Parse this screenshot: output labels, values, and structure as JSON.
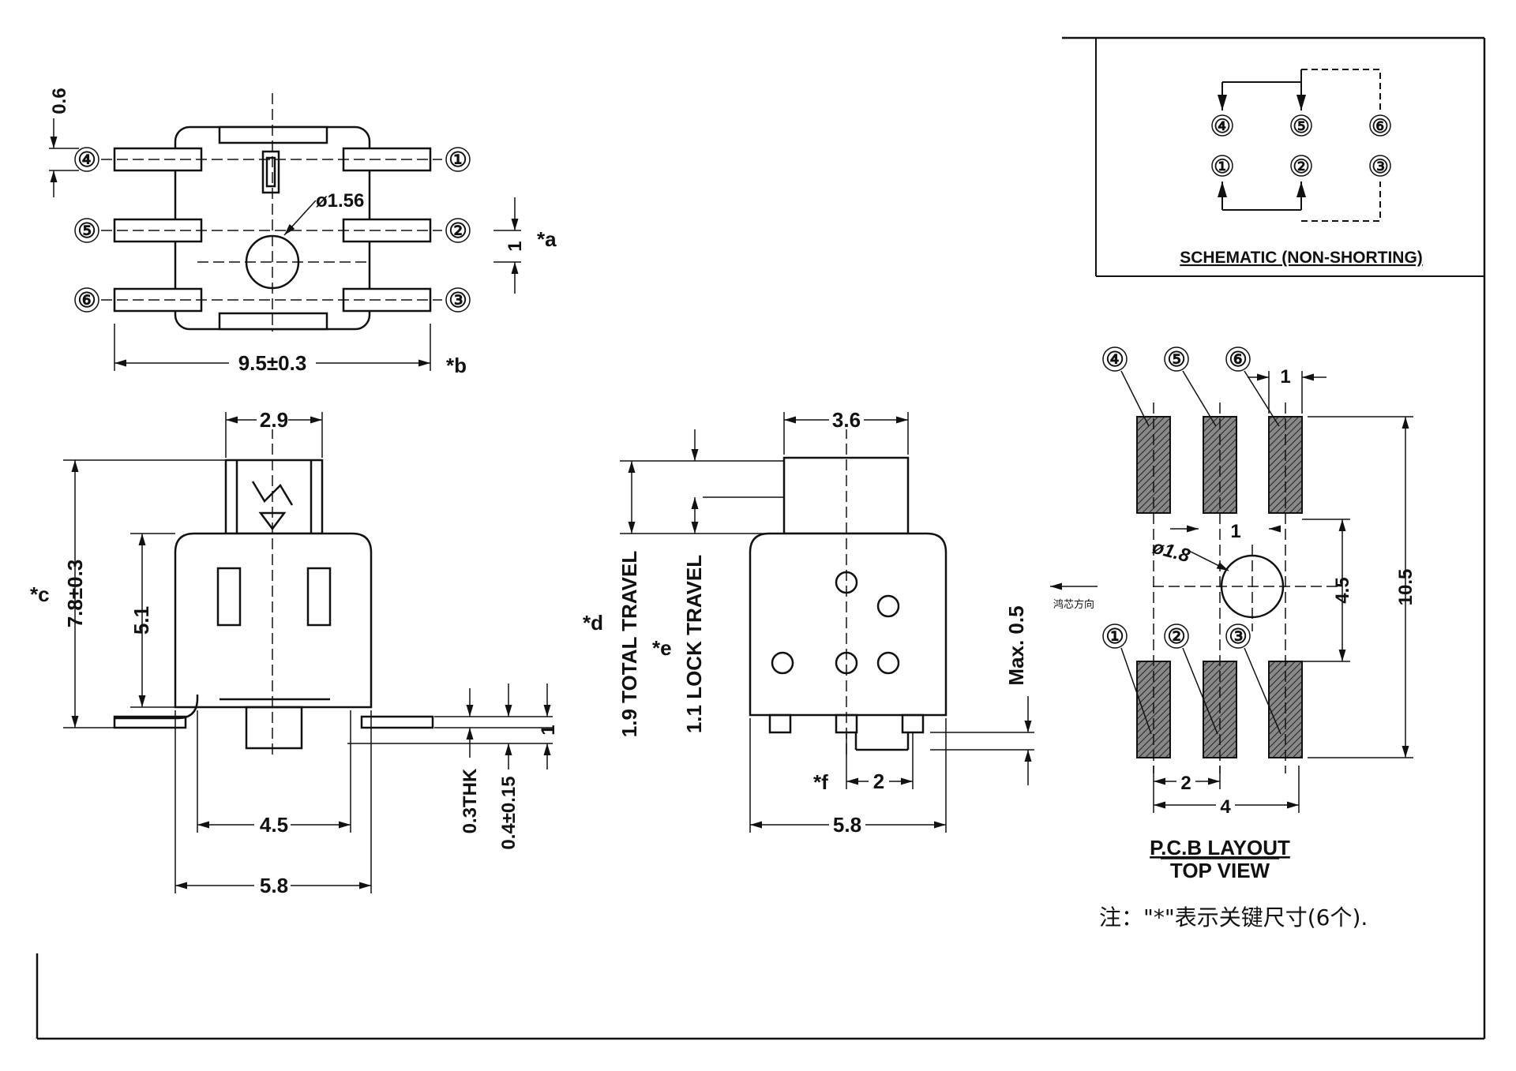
{
  "pin_labels": [
    "①",
    "②",
    "③",
    "④",
    "⑤",
    "⑥"
  ],
  "top_view": {
    "dim_pitch_top": "0.6",
    "dim_hole": "ø1.56",
    "dim_pitch_side": "1",
    "dim_width": "9.5±0.3",
    "key_a": "*a",
    "key_b": "*b"
  },
  "schematic": {
    "caption": "SCHEMATIC (NON-SHORTING)"
  },
  "front_view": {
    "dim_actuator": "2.9",
    "dim_total_height": "7.8±0.3",
    "dim_body_height": "5.1",
    "dim_lead_span": "4.5",
    "dim_body_width": "5.8",
    "dim_thk": "0.3THK",
    "dim_tol": "0.4±0.15",
    "dim_one": "1",
    "key_c": "*c"
  },
  "side_view": {
    "dim_actuator": "3.6",
    "total_travel": "1.9 TOTAL TRAVEL",
    "lock_travel": "1.1 LOCK TRAVEL",
    "dim_max": "Max. 0.5",
    "dim_pitch": "2",
    "dim_width": "5.8",
    "key_d": "*d",
    "key_e": "*e",
    "key_f": "*f"
  },
  "pcb": {
    "dim_pad_w": "1",
    "dim_gap": "1",
    "dim_hole": "ø1.8",
    "dim_row_gap": "4.5",
    "dim_total": "10.5",
    "dim_pitch": "2",
    "dim_span": "4",
    "direction_note": "鸿芯方向",
    "title_line1": "P.C.B LAYOUT",
    "title_line2": "TOP VIEW"
  },
  "footnote": "注：\"*\"表示关键尺寸(6个)."
}
